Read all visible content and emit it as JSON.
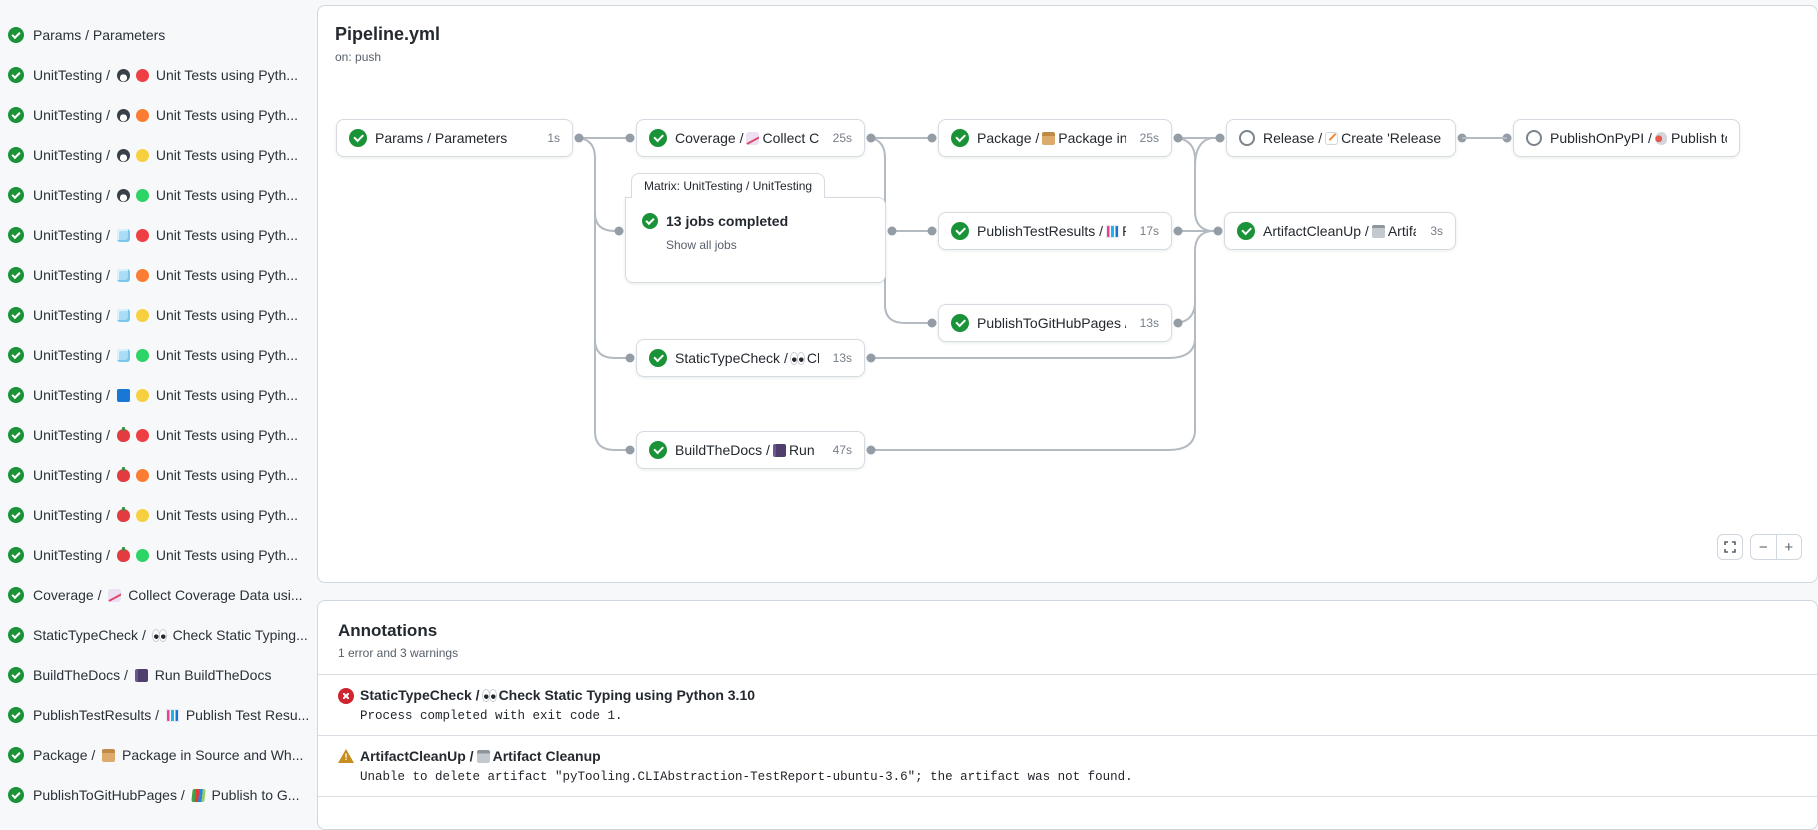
{
  "colors": {
    "success": "#1a9338",
    "error": "#d1242f",
    "warning": "#c78d1e",
    "accent_border": "#d0d7de",
    "edge": "#b3bac2"
  },
  "sidebar": {
    "items": [
      {
        "status": "success",
        "prefix": "Params / Parameters",
        "icons": [],
        "tail": ""
      },
      {
        "status": "success",
        "prefix": "UnitTesting /",
        "icons": [
          "penguin",
          "dot-red"
        ],
        "tail": "Unit Tests using Pyth..."
      },
      {
        "status": "success",
        "prefix": "UnitTesting /",
        "icons": [
          "penguin",
          "dot-orange"
        ],
        "tail": "Unit Tests using Pyth..."
      },
      {
        "status": "success",
        "prefix": "UnitTesting /",
        "icons": [
          "penguin",
          "dot-yellow"
        ],
        "tail": "Unit Tests using Pyth..."
      },
      {
        "status": "success",
        "prefix": "UnitTesting /",
        "icons": [
          "penguin",
          "dot-green"
        ],
        "tail": "Unit Tests using Pyth..."
      },
      {
        "status": "success",
        "prefix": "UnitTesting /",
        "icons": [
          "ice",
          "dot-red"
        ],
        "tail": "Unit Tests using Pyth..."
      },
      {
        "status": "success",
        "prefix": "UnitTesting /",
        "icons": [
          "ice",
          "dot-orange"
        ],
        "tail": "Unit Tests using Pyth..."
      },
      {
        "status": "success",
        "prefix": "UnitTesting /",
        "icons": [
          "ice",
          "dot-yellow"
        ],
        "tail": "Unit Tests using Pyth..."
      },
      {
        "status": "success",
        "prefix": "UnitTesting /",
        "icons": [
          "ice",
          "dot-green"
        ],
        "tail": "Unit Tests using Pyth..."
      },
      {
        "status": "success",
        "prefix": "UnitTesting /",
        "icons": [
          "windows",
          "dot-yellow"
        ],
        "tail": "Unit Tests using Pyth..."
      },
      {
        "status": "success",
        "prefix": "UnitTesting /",
        "icons": [
          "apple",
          "dot-red"
        ],
        "tail": "Unit Tests using Pyth..."
      },
      {
        "status": "success",
        "prefix": "UnitTesting /",
        "icons": [
          "apple",
          "dot-orange"
        ],
        "tail": "Unit Tests using Pyth..."
      },
      {
        "status": "success",
        "prefix": "UnitTesting /",
        "icons": [
          "apple",
          "dot-yellow"
        ],
        "tail": "Unit Tests using Pyth..."
      },
      {
        "status": "success",
        "prefix": "UnitTesting /",
        "icons": [
          "apple",
          "dot-green"
        ],
        "tail": "Unit Tests using Pyth..."
      },
      {
        "status": "success",
        "prefix": "Coverage /",
        "icons": [
          "chart-up"
        ],
        "tail": "Collect Coverage Data usi..."
      },
      {
        "status": "success",
        "prefix": "StaticTypeCheck /",
        "icons": [
          "eyes"
        ],
        "tail": "Check Static Typing..."
      },
      {
        "status": "success",
        "prefix": "BuildTheDocs /",
        "icons": [
          "book"
        ],
        "tail": "Run BuildTheDocs"
      },
      {
        "status": "success",
        "prefix": "PublishTestResults /",
        "icons": [
          "barchart"
        ],
        "tail": "Publish Test Resu..."
      },
      {
        "status": "success",
        "prefix": "Package /",
        "icons": [
          "package"
        ],
        "tail": "Package in Source and Wh..."
      },
      {
        "status": "success",
        "prefix": "PublishToGitHubPages /",
        "icons": [
          "books"
        ],
        "tail": "Publish to G..."
      }
    ]
  },
  "pipeline": {
    "title": "Pipeline.yml",
    "trigger": "on: push",
    "nodes": [
      {
        "id": "params",
        "status": "success",
        "prefix": "Params / Parameters",
        "icon": null,
        "tail": "",
        "duration": "1s"
      },
      {
        "id": "coverage",
        "status": "success",
        "prefix": "Coverage /",
        "icon": "chart-up",
        "tail": "Collect Cove...",
        "duration": "25s"
      },
      {
        "id": "package",
        "status": "success",
        "prefix": "Package /",
        "icon": "package",
        "tail": "Package in So...",
        "duration": "25s"
      },
      {
        "id": "release",
        "status": "skipped",
        "prefix": "Release /",
        "icon": "memo",
        "tail": "Create 'Release P...",
        "duration": ""
      },
      {
        "id": "publishonpypi",
        "status": "skipped",
        "prefix": "PublishOnPyPI /",
        "icon": "rocket",
        "tail": "Publish to ...",
        "duration": ""
      },
      {
        "id": "publishtestresults",
        "status": "success",
        "prefix": "PublishTestResults /",
        "icon": "barchart",
        "tail": "Pu...",
        "duration": "17s"
      },
      {
        "id": "artifactcleanup",
        "status": "success",
        "prefix": "ArtifactCleanUp /",
        "icon": "trash",
        "tail": "Artifac...",
        "duration": "3s"
      },
      {
        "id": "publishtogithubpages",
        "status": "success",
        "prefix": "PublishToGitHubPages /",
        "icon": "books",
        "tail": "...",
        "duration": "13s"
      },
      {
        "id": "statictypecheck",
        "status": "success",
        "prefix": "StaticTypeCheck /",
        "icon": "eyes",
        "tail": "Chec...",
        "duration": "13s"
      },
      {
        "id": "buildthedocs",
        "status": "success",
        "prefix": "BuildTheDocs /",
        "icon": "book",
        "tail": "Run Buil...",
        "duration": "47s"
      }
    ],
    "matrix": {
      "header": "Matrix: UnitTesting / UnitTesting",
      "status_text": "13 jobs completed",
      "link": "Show all jobs"
    },
    "controls": {
      "zoom_out": "−",
      "zoom_in": "+"
    }
  },
  "annotations": {
    "title": "Annotations",
    "summary": "1 error and 3 warnings",
    "items": [
      {
        "severity": "error",
        "prefix": "StaticTypeCheck /",
        "icon": "eyes",
        "rest": "Check Static Typing using Python 3.10",
        "message": "Process completed with exit code 1."
      },
      {
        "severity": "warning",
        "prefix": "ArtifactCleanUp /",
        "icon": "trash",
        "rest": "Artifact Cleanup",
        "message": "Unable to delete artifact \"pyTooling.CLIAbstraction-TestReport-ubuntu-3.6\"; the artifact was not found."
      }
    ]
  }
}
